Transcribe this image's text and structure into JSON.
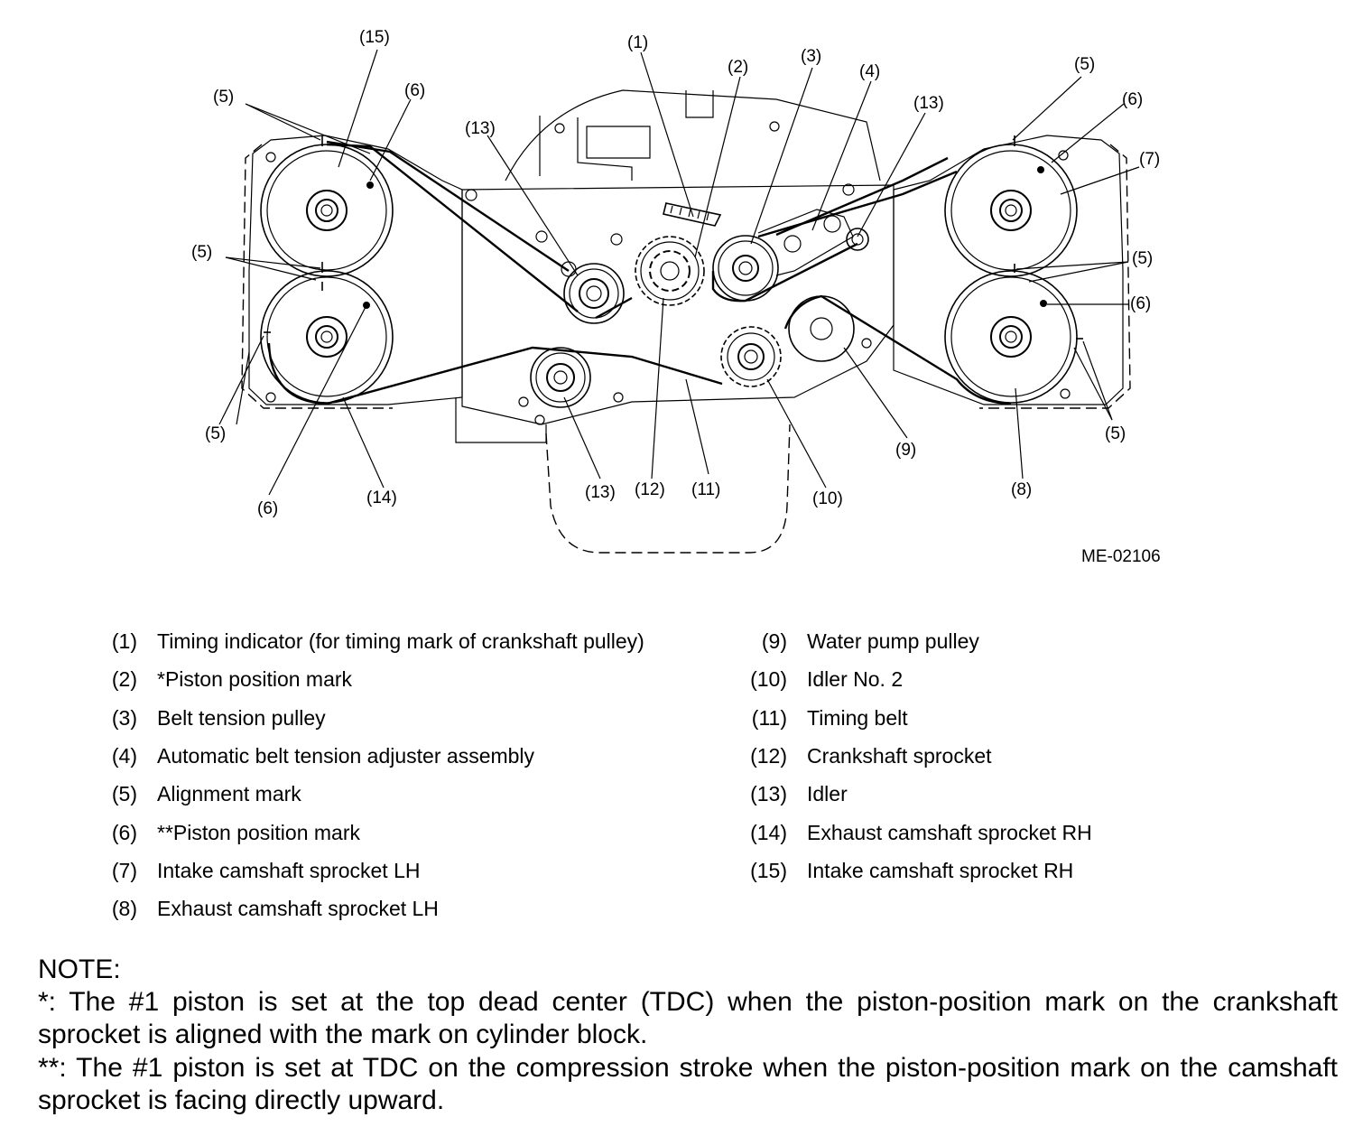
{
  "figure_id": "ME-02106",
  "callouts": {
    "c1": "(1)",
    "c2": "(2)",
    "c3": "(3)",
    "c4": "(4)",
    "c5a": "(5)",
    "c5b": "(5)",
    "c5c": "(5)",
    "c5d": "(5)",
    "c5e": "(5)",
    "c5f": "(5)",
    "c6a": "(6)",
    "c6b": "(6)",
    "c6c": "(6)",
    "c6d": "(6)",
    "c7": "(7)",
    "c8": "(8)",
    "c9": "(9)",
    "c10": "(10)",
    "c11": "(11)",
    "c12": "(12)",
    "c13a": "(13)",
    "c13b": "(13)",
    "c13c": "(13)",
    "c14": "(14)",
    "c15": "(15)"
  },
  "legend_left": [
    {
      "num": "(1)",
      "text": "Timing indicator (for timing mark of crankshaft pulley)"
    },
    {
      "num": "(2)",
      "text": "*Piston position mark"
    },
    {
      "num": "(3)",
      "text": "Belt tension pulley"
    },
    {
      "num": "(4)",
      "text": "Automatic belt tension adjuster assembly"
    },
    {
      "num": "(5)",
      "text": "Alignment mark"
    },
    {
      "num": "(6)",
      "text": "**Piston position mark"
    },
    {
      "num": "(7)",
      "text": "Intake camshaft sprocket LH"
    },
    {
      "num": "(8)",
      "text": "Exhaust camshaft sprocket LH"
    }
  ],
  "legend_right": [
    {
      "num": "(9)",
      "text": "Water pump pulley"
    },
    {
      "num": "(10)",
      "text": "Idler No. 2"
    },
    {
      "num": "(11)",
      "text": "Timing belt"
    },
    {
      "num": "(12)",
      "text": "Crankshaft sprocket"
    },
    {
      "num": "(13)",
      "text": "Idler"
    },
    {
      "num": "(14)",
      "text": "Exhaust camshaft sprocket RH"
    },
    {
      "num": "(15)",
      "text": "Intake camshaft sprocket RH"
    }
  ],
  "note": {
    "heading": "NOTE:",
    "line1": "*: The #1 piston is set at the top dead center (TDC) when the piston-position mark on the crankshaft sprocket is aligned with the mark on cylinder block.",
    "line2": "**: The #1 piston is set at TDC on the compression stroke when the piston-position mark on the camshaft sprocket is facing directly upward."
  }
}
